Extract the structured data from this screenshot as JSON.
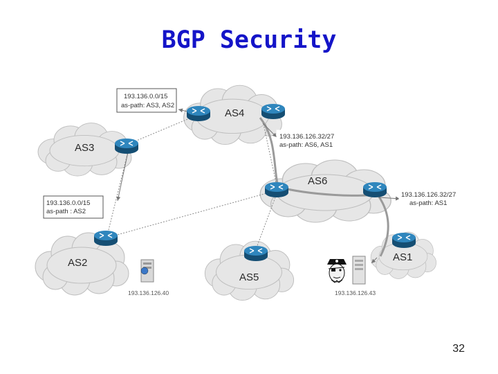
{
  "title": "BGP Security",
  "page_number": "32",
  "autonomous_systems": [
    {
      "id": "as4",
      "label": "AS4"
    },
    {
      "id": "as3",
      "label": "AS3"
    },
    {
      "id": "as6",
      "label": "AS6"
    },
    {
      "id": "as2",
      "label": "AS2"
    },
    {
      "id": "as5",
      "label": "AS5"
    },
    {
      "id": "as1",
      "label": "AS1"
    }
  ],
  "route_announcements": [
    {
      "prefix": "193.136.0.0/15",
      "as_path": "as-path: AS3, AS2"
    },
    {
      "prefix": "193.136.126.32/27",
      "as_path": "as-path: AS6, AS1"
    },
    {
      "prefix": "193.136.0.0/15",
      "as_path": "as-path : AS2"
    },
    {
      "prefix": "193.136.126.32/27",
      "as_path": "as-path: AS1"
    }
  ],
  "hosts": [
    {
      "ip": "193.136.126.40"
    },
    {
      "ip": "193.136.126.43"
    }
  ],
  "colors": {
    "title": "#1414c8",
    "router": "#1f6fa3",
    "cloud": "#e8e8e8"
  }
}
